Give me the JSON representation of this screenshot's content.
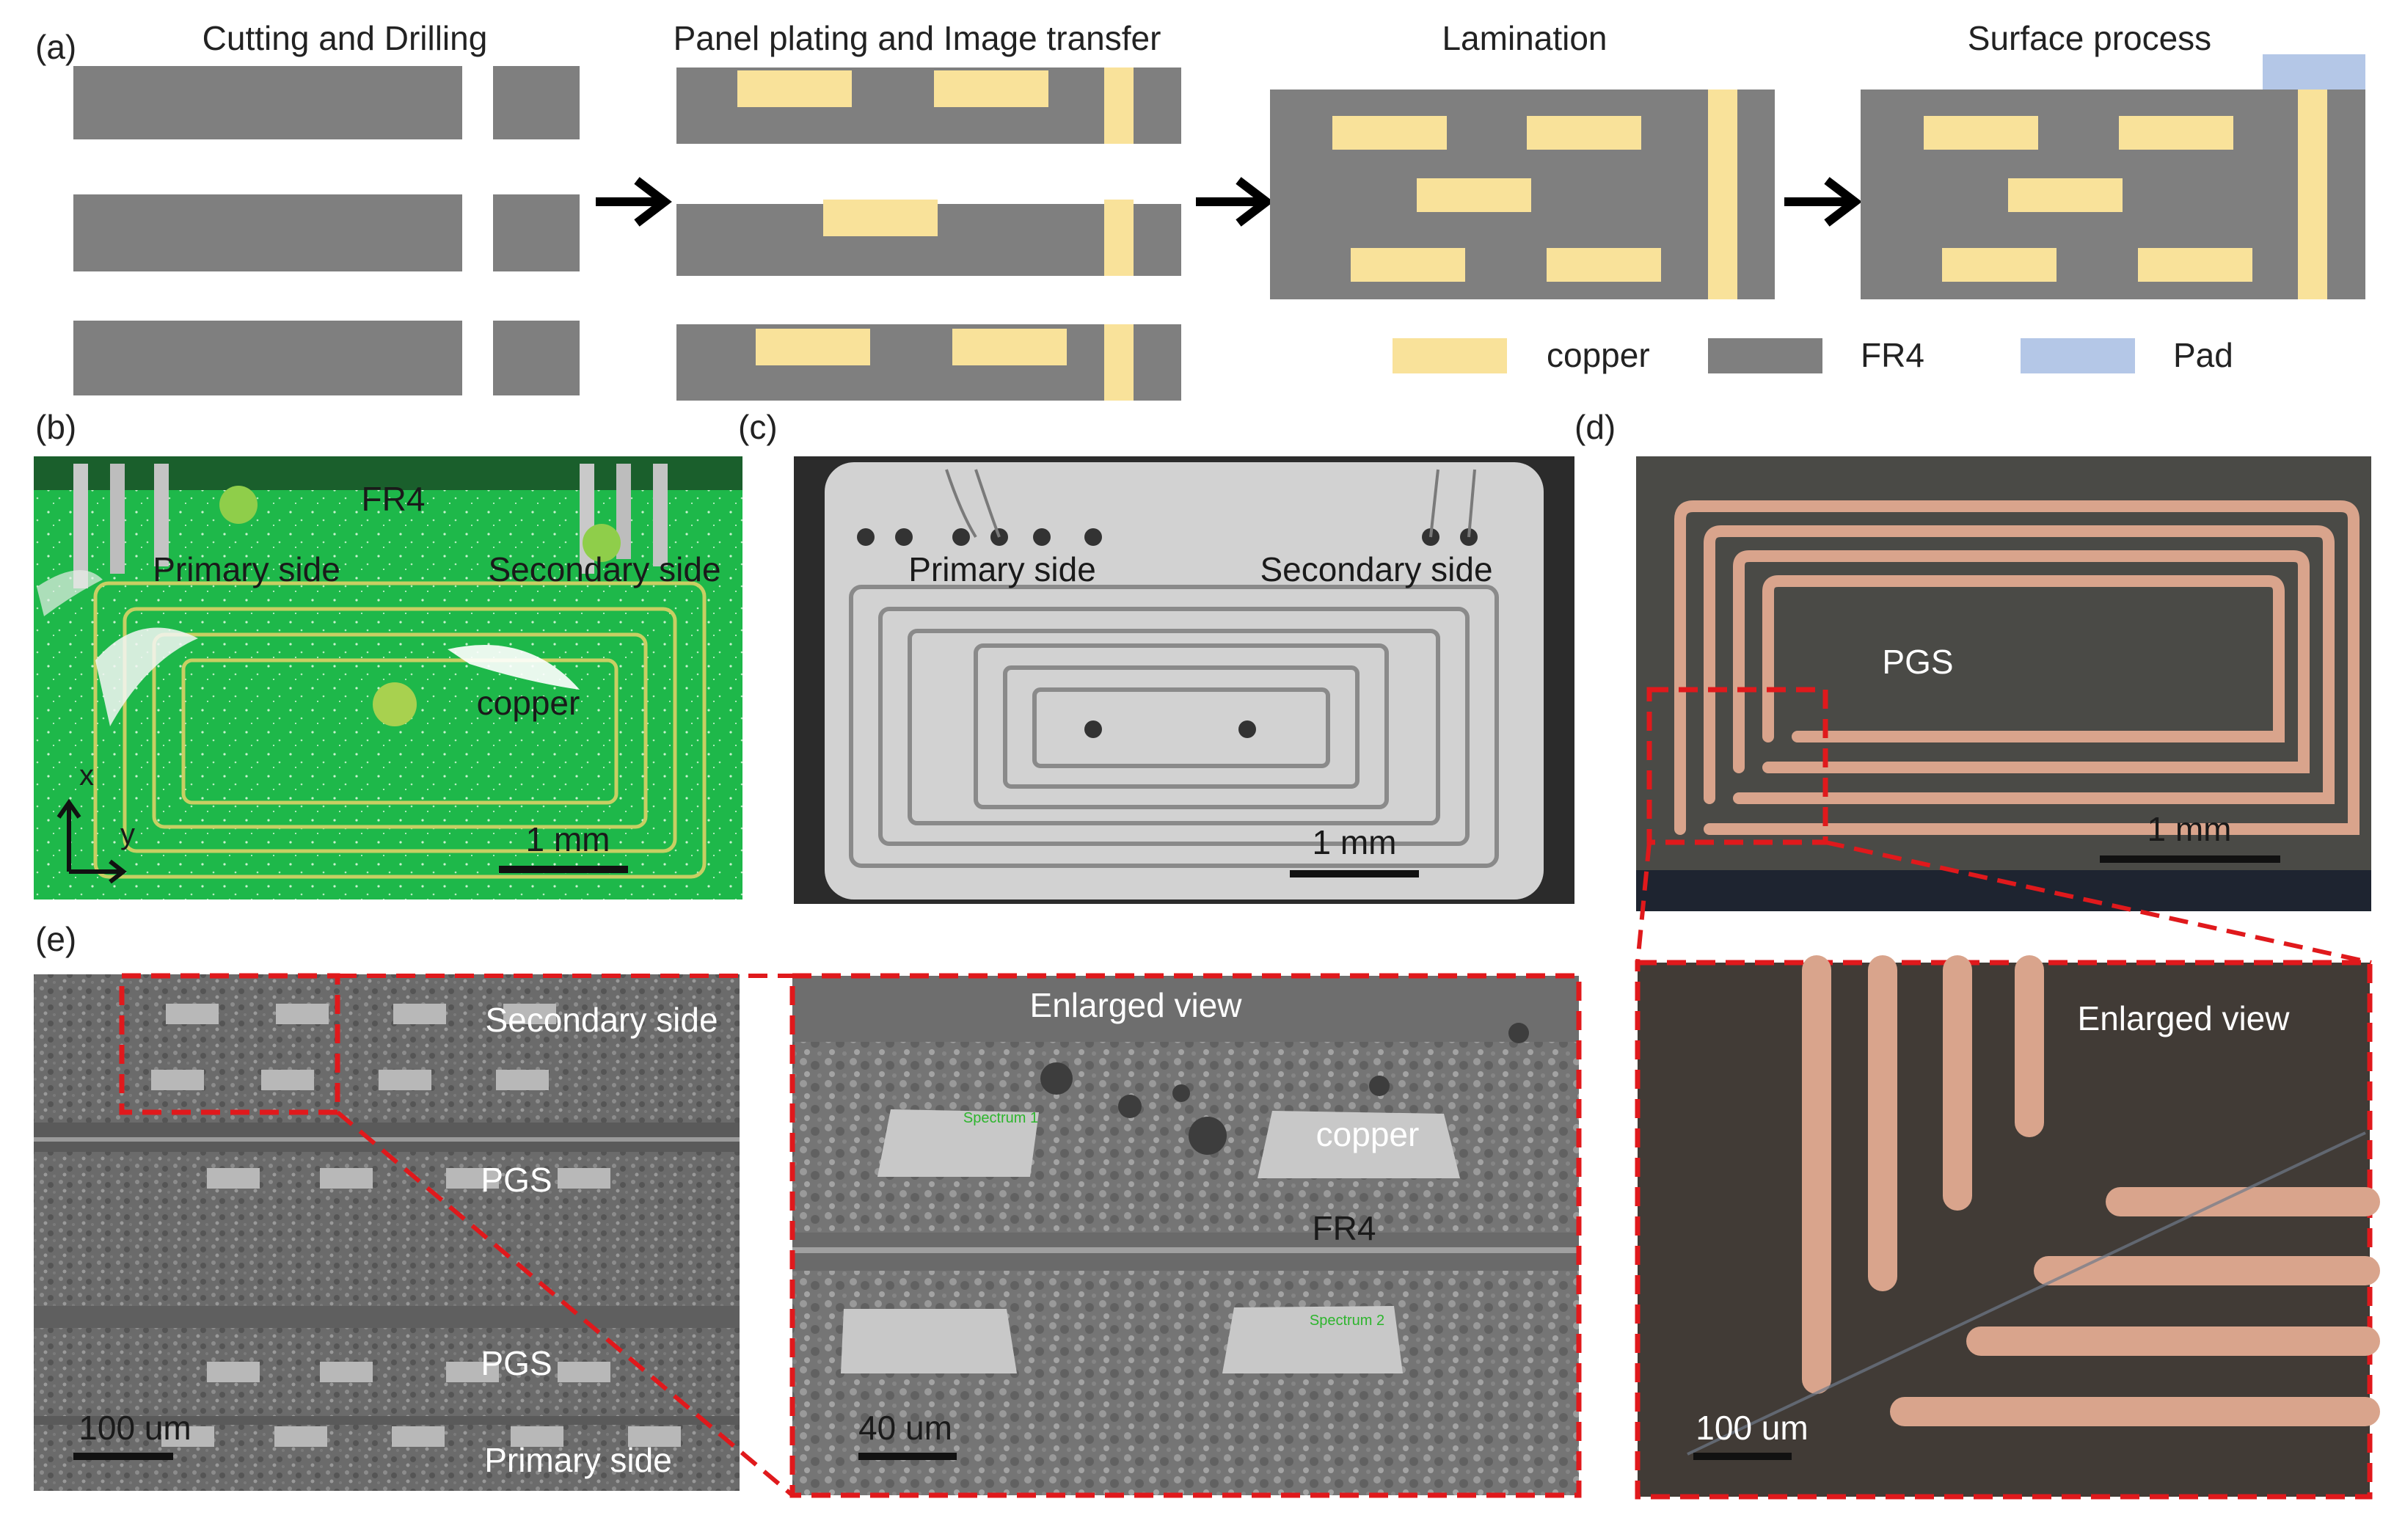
{
  "colors": {
    "copper": "#F9E29A",
    "fr4": "#7F7F7F",
    "pad": "#B4C7E7",
    "pcb_green": "#1EB84A",
    "xray_bg": "#D2D2D2",
    "copper_trace": "#D9A48C",
    "dashed_box": "#E0191C"
  },
  "panel_a": {
    "label": "(a)",
    "steps": [
      "Cutting and Drilling",
      "Panel plating and Image transfer",
      "Lamination",
      "Surface process"
    ],
    "legend": [
      {
        "name": "copper",
        "color_key": "copper"
      },
      {
        "name": "FR4",
        "color_key": "fr4"
      },
      {
        "name": "Pad",
        "color_key": "pad"
      }
    ]
  },
  "panel_b": {
    "label": "(b)",
    "fr4": "FR4",
    "primary": "Primary side",
    "secondary": "Secondary side",
    "copper": "copper",
    "axis_x": "x",
    "axis_y": "y",
    "scale": "1 mm"
  },
  "panel_c": {
    "label": "(c)",
    "primary": "Primary side",
    "secondary": "Secondary side",
    "scale": "1 mm"
  },
  "panel_d": {
    "label": "(d)",
    "pgs": "PGS",
    "scale": "1 mm",
    "enlarged": "Enlarged view",
    "enlarged_scale": "100 um"
  },
  "panel_e": {
    "label": "(e)",
    "secondary": "Secondary side",
    "pgs_top": "PGS",
    "pgs_bottom": "PGS",
    "primary": "Primary side",
    "scale": "100 um",
    "enlarged": "Enlarged view",
    "copper": "copper",
    "fr4": "FR4",
    "enlarged_scale": "40 um",
    "spectrum1": "Spectrum 1",
    "spectrum2": "Spectrum 2"
  }
}
